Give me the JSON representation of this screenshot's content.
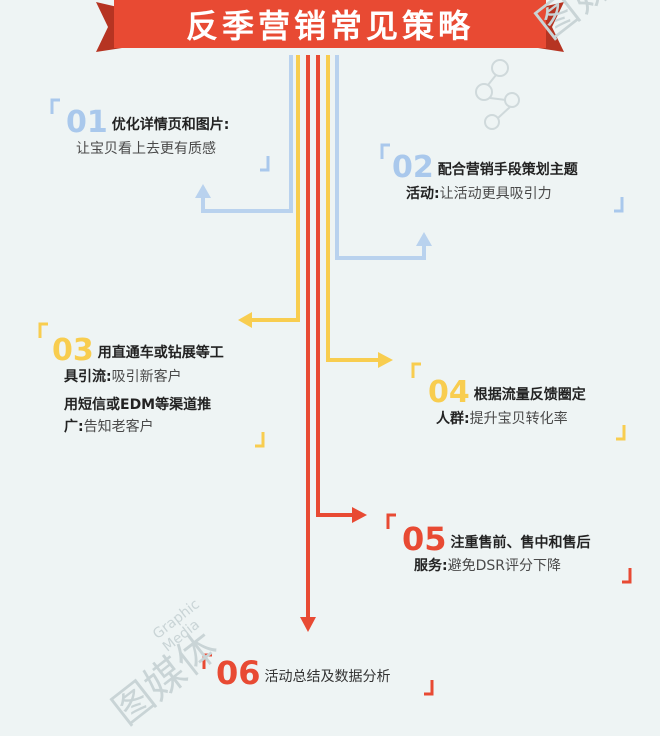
{
  "title": "反季营销常见策略",
  "watermark": {
    "brand": "图媒体",
    "en_1": "Graphic",
    "en_2": "Media"
  },
  "colors": {
    "banner": "#e84a33",
    "banner_dark": "#b63422",
    "blue": "#a9c8ec",
    "yellow": "#f8cd4f",
    "red": "#e84a33",
    "background": "#eef4f4",
    "text": "#333333"
  },
  "items": [
    {
      "num": "01",
      "title": "优化详情页和图片:",
      "desc": "让宝贝看上去更有质感"
    },
    {
      "num": "02",
      "title": "配合营销手段策划主题",
      "label": "活动:",
      "desc": "让活动更具吸引力"
    },
    {
      "num": "03",
      "title_1": "用直通车或钻展等工",
      "title_2": "具引流:",
      "desc_1": "吸引新客户",
      "title_3": "用短信或EDM等渠道推",
      "title_4": "广:",
      "desc_2": "告知老客户"
    },
    {
      "num": "04",
      "title": "根据流量反馈圈定",
      "label": "人群:",
      "desc": "提升宝贝转化率"
    },
    {
      "num": "05",
      "title": "注重售前、售中和售后",
      "label": "服务:",
      "desc": "避免DSR评分下降"
    },
    {
      "num": "06",
      "title": "活动总结及数据分析"
    }
  ]
}
